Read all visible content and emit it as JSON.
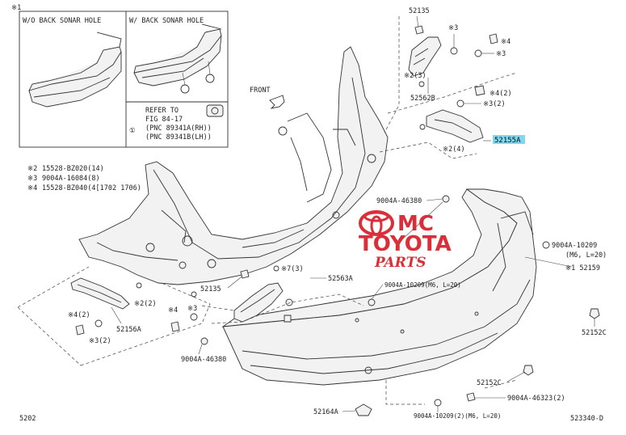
{
  "inset": {
    "mark": "※1",
    "left_label": "W/O BACK SONAR HOLE",
    "right_label": "W/ BACK SONAR HOLE",
    "note_symbol": "①",
    "refer_lines": [
      "REFER TO",
      "FIG 84-17",
      "(PNC 89341A(RH))",
      "(PNC 89341B(LH))"
    ]
  },
  "legend": [
    {
      "mark": "※2",
      "text": "15528-BZ020(14)"
    },
    {
      "mark": "※3",
      "text": "9004A-16084(8)"
    },
    {
      "mark": "※4",
      "text": "15528-BZ040(4[1702 1706)"
    }
  ],
  "front_label": "FRONT",
  "labels": {
    "p52135_top": "52135",
    "s3_top": "※3",
    "s4_top": "※4",
    "s3_top2": "※3",
    "s2_2_top": "※2(3)",
    "p52562b": "52562B",
    "s4_2": "※4(2)",
    "s3_2": "※3(2)",
    "s2_4": "※2(4)",
    "p52155a": "52155A",
    "p9004a_46380_top": "9004A-46380",
    "p9004a_10209_right": "9004A-10209",
    "m6_l20_right": "(M6, L=20)",
    "p52159": "※1 52159",
    "p52135_mid": "52135",
    "s7_3": "※7(3)",
    "p52563a": "52563A",
    "p9004a_10209_mid": "9004A-10209(M6, L=20)",
    "s2_2_left": "※2(2)",
    "s4_2_left": "※4(2)",
    "s3_2_left": "※3(2)",
    "p52156a": "52156A",
    "s4_mid": "※4",
    "s3_mid": "※3",
    "p9004a_46380_bottom": "9004A-46380",
    "p52152c_right": "52152C",
    "p52152c_bottom": "52152C",
    "p9004a_46323": "9004A-46323(2)",
    "p52164a": "52164A",
    "p9004a_10209_bottom": "9004A-10209(2)(M6, L=20)",
    "corner_left": "5202",
    "corner_right": "523340-D"
  },
  "watermark": {
    "brand_1": "MC",
    "brand_2": "TOYOTA",
    "brand_3": "PARTS",
    "color": "#d9232e"
  },
  "highlight_color": "#7fd8f0"
}
